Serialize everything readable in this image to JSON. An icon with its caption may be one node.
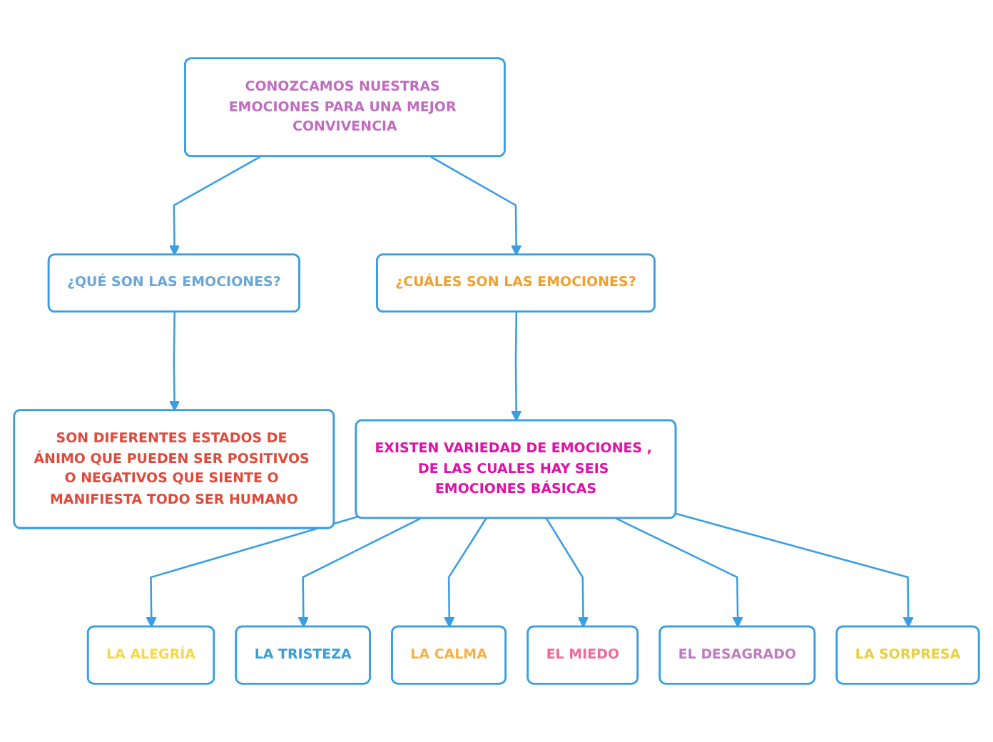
{
  "diagram": {
    "nodes": [
      {
        "text": [
          "CONOZCAMOS NUESTRAS EMOCIONES PARA UNA MEJOR CONVIVENCIA"
        ]
      },
      {
        "text": [
          "¿QUÉ SON LAS EMOCIONES?"
        ]
      },
      {
        "text": [
          "¿CUÁLES SON LAS EMOCIONES?"
        ]
      },
      {
        "text": [
          "SON DIFERENTES ESTADOS DE ÁNIMO QUE PUEDEN SER POSITIVOS O NEGATIVOS QUE SIENTE O MANIFIESTA TODO SER HUMANO"
        ]
      },
      {
        "text": [
          "EXISTEN VARIEDAD DE EMOCIONES , DE LAS CUALES HAY SEIS EMOCIONES BÁSICAS"
        ]
      },
      {
        "text": [
          "LA ALEGRÍA"
        ]
      },
      {
        "text": [
          "LA TRISTEZA"
        ]
      },
      {
        "text": [
          "LA CALMA"
        ]
      },
      {
        "text": [
          "EL MIEDO"
        ]
      },
      {
        "text": [
          "EL DESAGRADO"
        ]
      },
      {
        "text": [
          "LA  SORPRESA"
        ]
      }
    ],
    "edges": [
      {
        "from": 0,
        "to": 1,
        "arrow": "to"
      },
      {
        "from": 0,
        "to": 2,
        "arrow": "to"
      },
      {
        "from": 1,
        "to": 3,
        "arrow": "to"
      },
      {
        "from": 2,
        "to": 4,
        "arrow": "to"
      },
      {
        "from": 4,
        "to": 5,
        "arrow": "to"
      },
      {
        "from": 4,
        "to": 6,
        "arrow": "to"
      },
      {
        "from": 4,
        "to": 7,
        "arrow": "to"
      },
      {
        "from": 4,
        "to": 8,
        "arrow": "to"
      },
      {
        "from": 4,
        "to": 9,
        "arrow": "to"
      },
      {
        "from": 4,
        "to": 10,
        "arrow": "to"
      }
    ]
  }
}
